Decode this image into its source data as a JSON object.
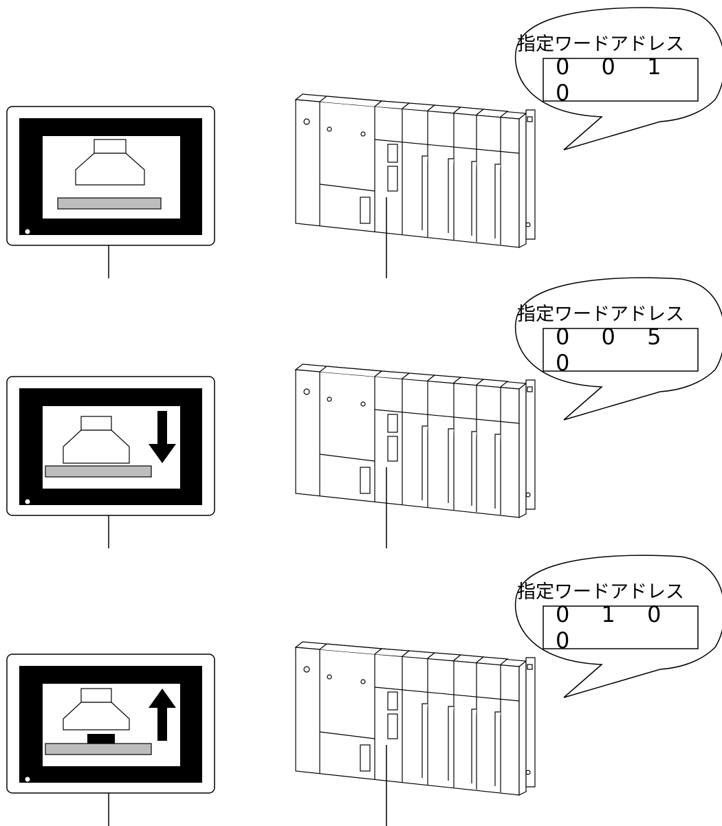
{
  "scenes": [
    {
      "label": "指定ワードアドレス",
      "address": "0 0 1 0",
      "arrow": "none"
    },
    {
      "label": "指定ワードアドレス",
      "address": "0 0 5 0",
      "arrow": "down"
    },
    {
      "label": "指定ワードアドレス",
      "address": "0 1 0 0",
      "arrow": "up"
    }
  ]
}
